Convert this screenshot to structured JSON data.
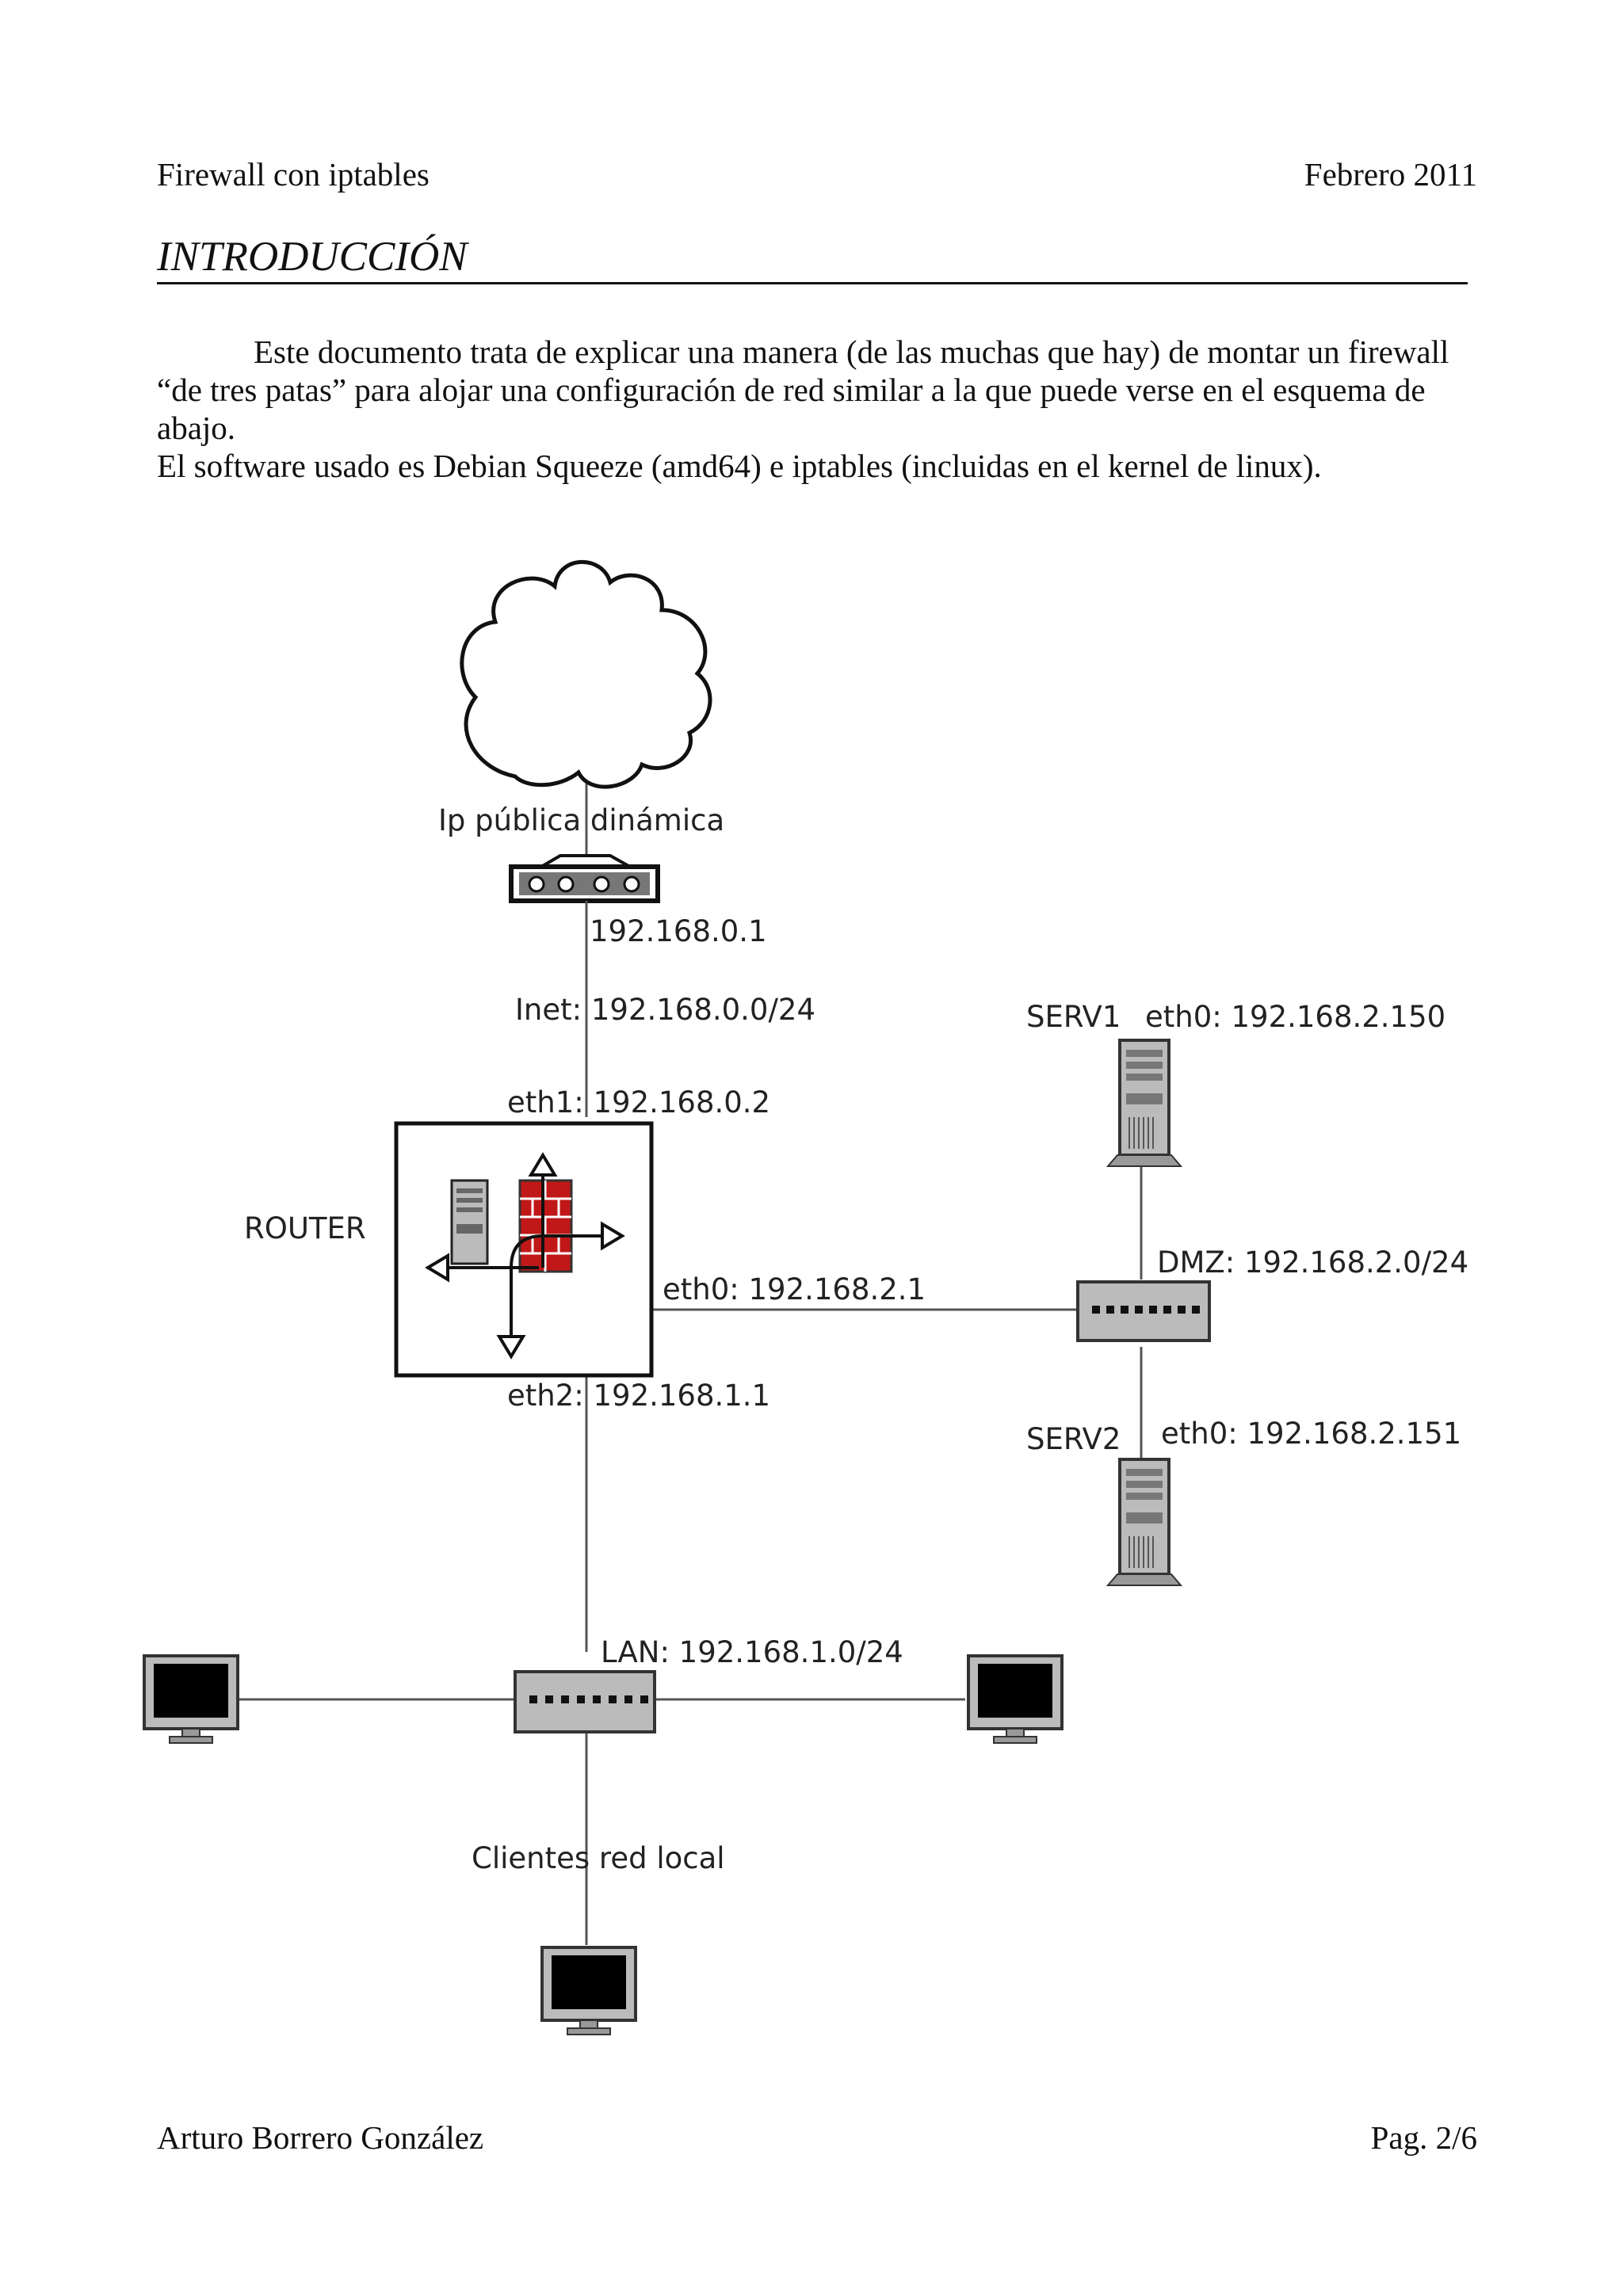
{
  "header": {
    "left": "Firewall con iptables",
    "right": "Febrero 2011"
  },
  "title": "INTRODUCCIÓN",
  "paragraphs": [
    "Este documento trata de explicar una manera (de las muchas que hay) de montar un firewall “de tres patas” para alojar una configuración de red similar a la que puede verse en el esquema de abajo.",
    "El software usado es Debian Squeeze (amd64) e iptables (incluidas en el kernel de linux)."
  ],
  "diagram": {
    "internet_label": "Ip pública dinámica",
    "modem_ip": "192.168.0.1",
    "inet_net": "Inet: 192.168.0.0/24",
    "router_eth1": "eth1: 192.168.0.2",
    "router_label": "ROUTER",
    "router_eth0": "eth0: 192.168.2.1",
    "router_eth2": "eth2: 192.168.1.1",
    "serv1_name": "SERV1",
    "serv1_ip": "eth0: 192.168.2.150",
    "dmz_net": "DMZ: 192.168.2.0/24",
    "serv2_name": "SERV2",
    "serv2_ip": "eth0: 192.168.2.151",
    "lan_net": "LAN: 192.168.1.0/24",
    "clients_label": "Clientes red local"
  },
  "footer": {
    "left": "Arturo Borrero González",
    "right": "Pag. 2/6"
  }
}
